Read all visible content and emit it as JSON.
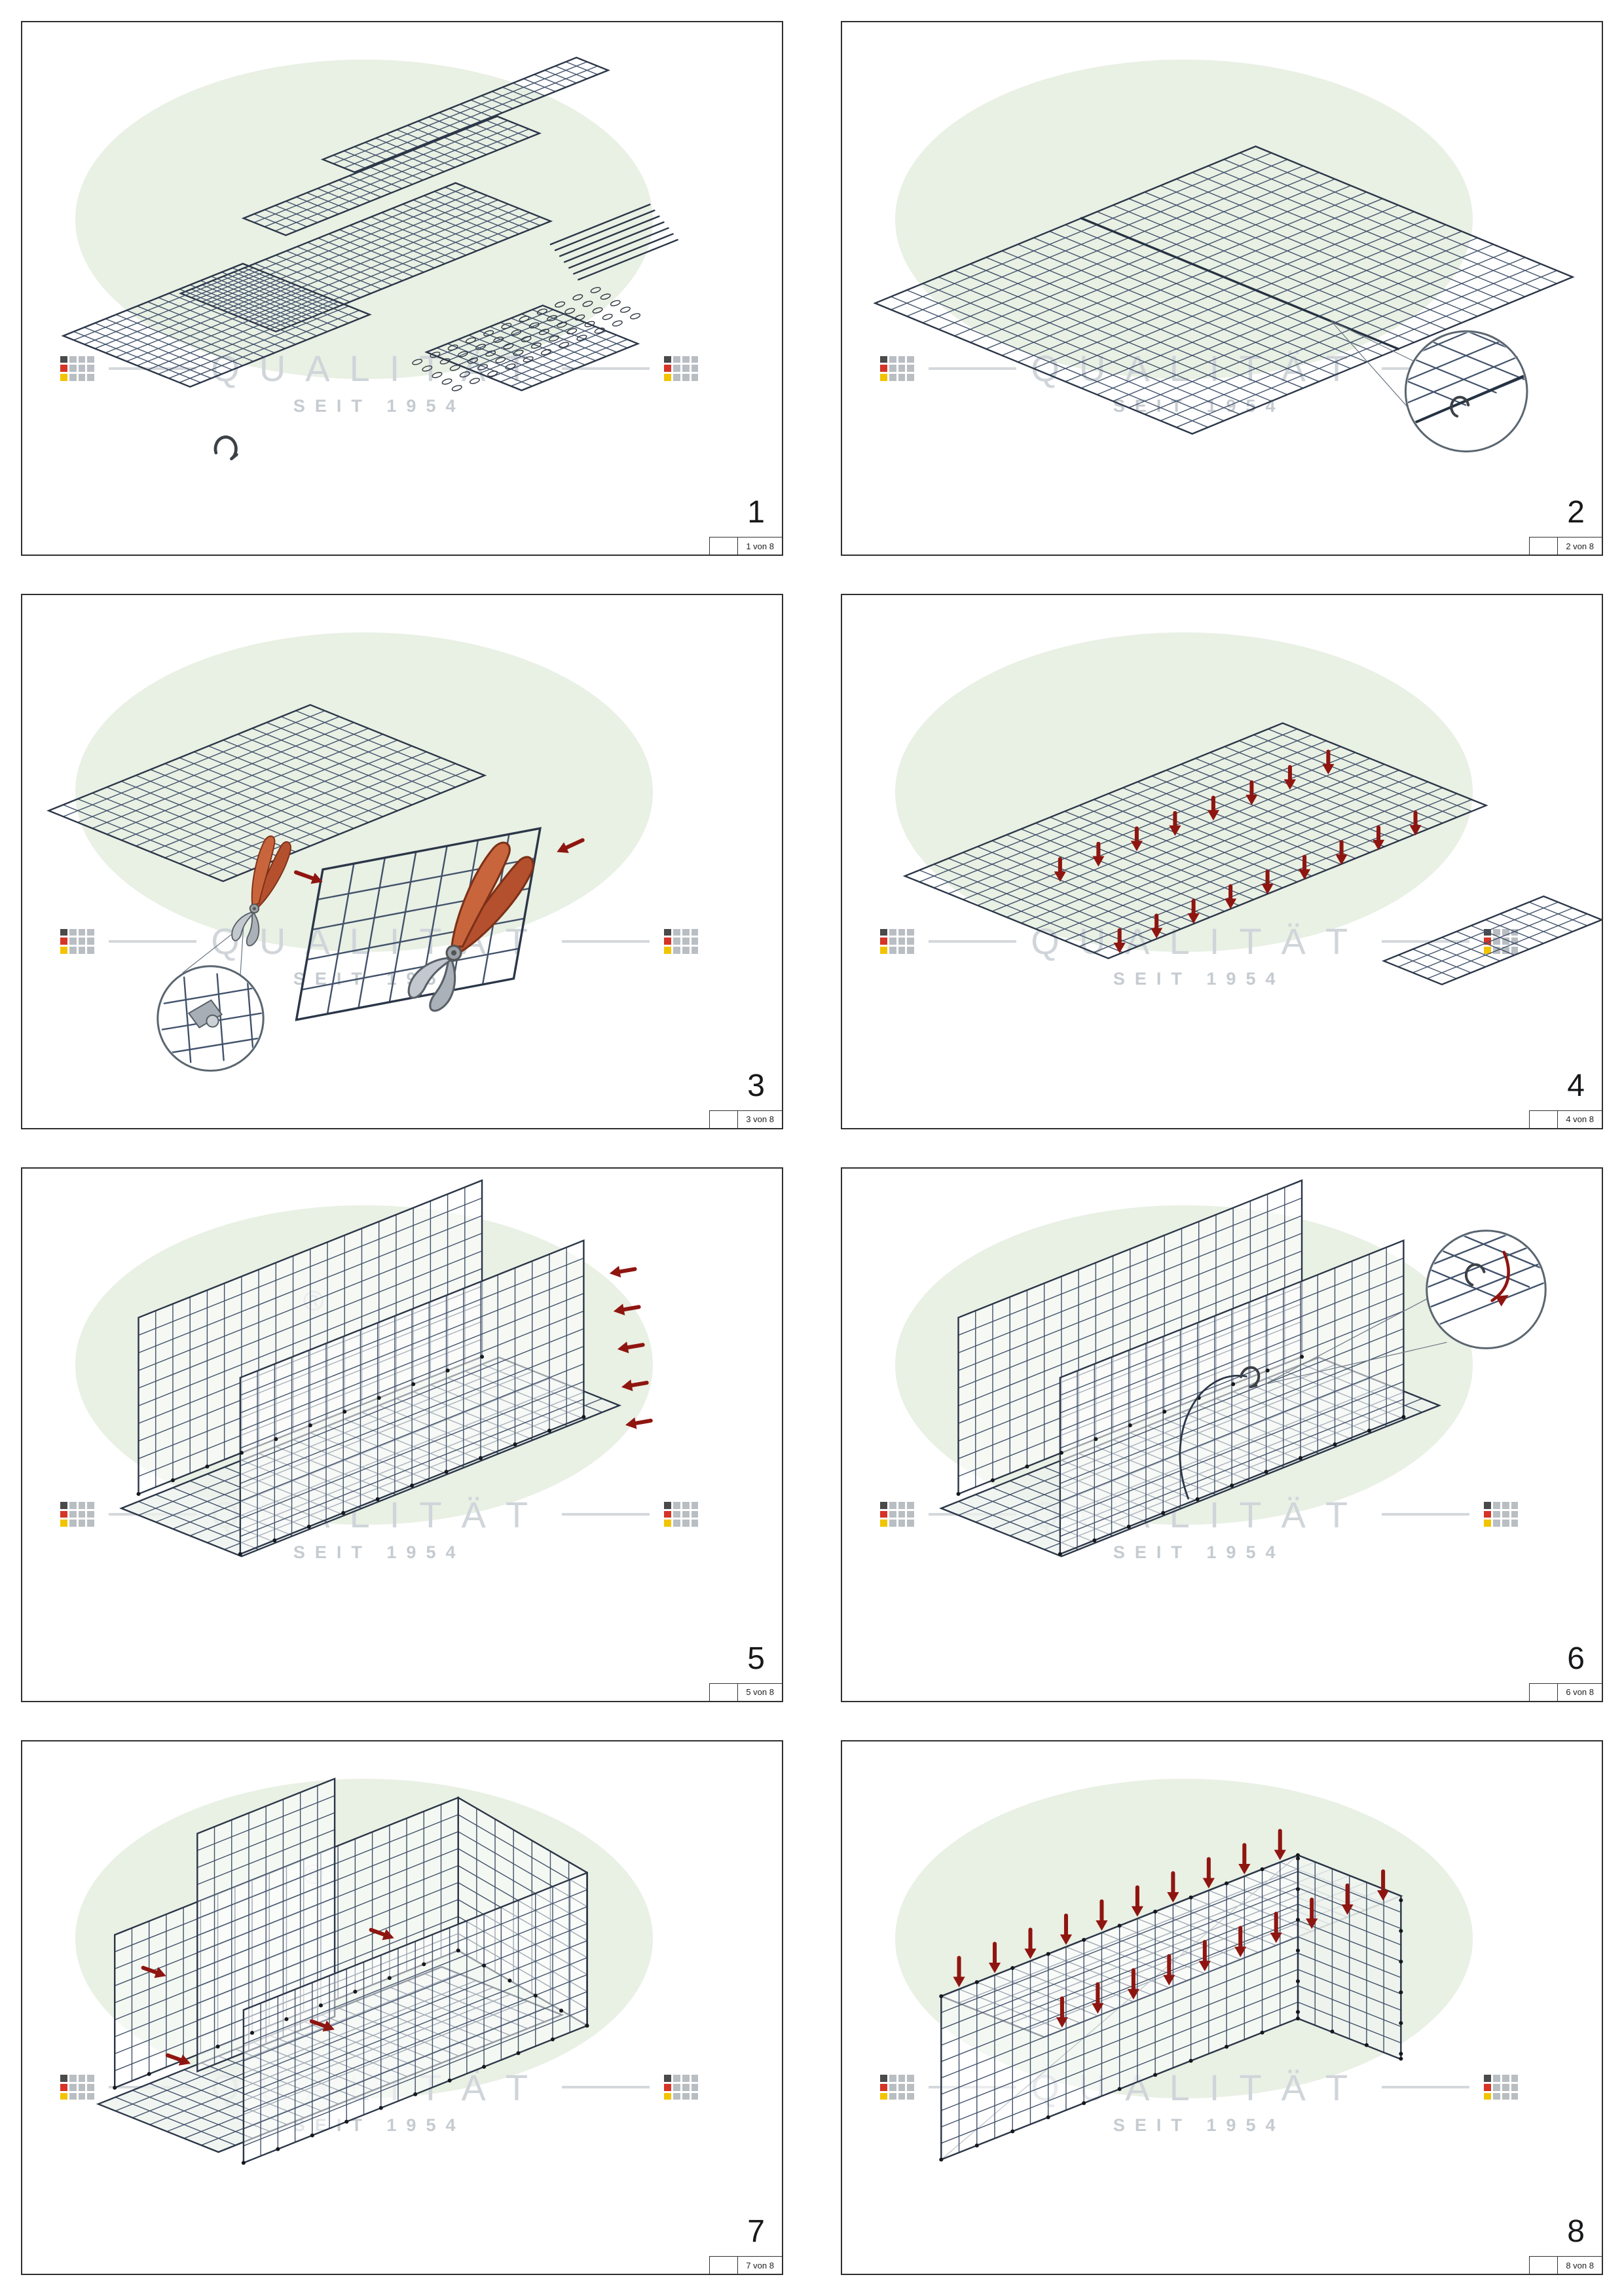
{
  "watermark": {
    "line1": "QUALITÄT",
    "line2": "SEIT 1954",
    "reg": "®"
  },
  "steps": [
    {
      "number": "1",
      "caption": "1 von 8"
    },
    {
      "number": "2",
      "caption": "2 von 8"
    },
    {
      "number": "3",
      "caption": "3 von 8"
    },
    {
      "number": "4",
      "caption": "4 von 8"
    },
    {
      "number": "5",
      "caption": "5 von 8"
    },
    {
      "number": "6",
      "caption": "6 von 8"
    },
    {
      "number": "7",
      "caption": "7 von 8"
    },
    {
      "number": "8",
      "caption": "8 von 8"
    }
  ]
}
